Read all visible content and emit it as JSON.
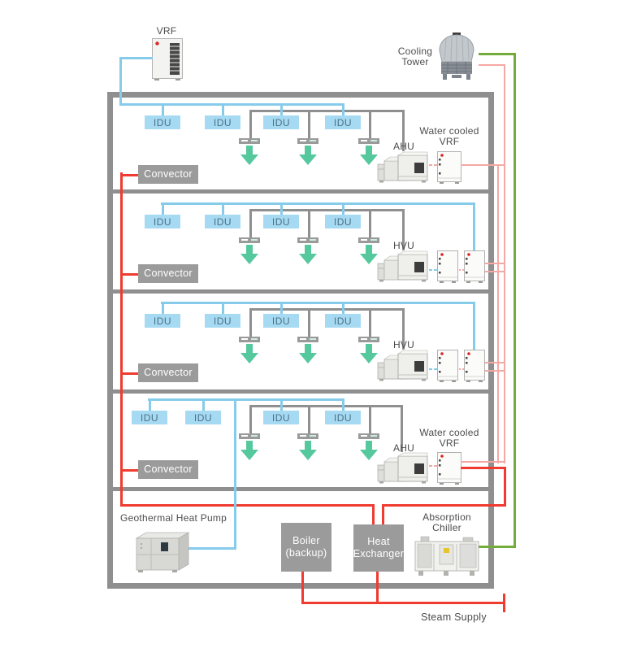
{
  "outdoor": {
    "vrf_label": "VRF",
    "cooling_tower_label_line1": "Cooling",
    "cooling_tower_label_line2": "Tower"
  },
  "floors": [
    {
      "idus": [
        "IDU",
        "IDU",
        "IDU",
        "IDU"
      ],
      "convector_label": "Convector",
      "unit_label": "AHU",
      "cabinet_label_line1": "Water cooled",
      "cabinet_label_line2": "VRF"
    },
    {
      "idus": [
        "IDU",
        "IDU",
        "IDU",
        "IDU"
      ],
      "convector_label": "Convector",
      "unit_label": "HVU",
      "cabinet_label_line1": "",
      "cabinet_label_line2": ""
    },
    {
      "idus": [
        "IDU",
        "IDU",
        "IDU",
        "IDU"
      ],
      "convector_label": "Convector",
      "unit_label": "HVU",
      "cabinet_label_line1": "",
      "cabinet_label_line2": ""
    },
    {
      "idus": [
        "IDU",
        "IDU",
        "IDU",
        "IDU"
      ],
      "convector_label": "Convector",
      "unit_label": "AHU",
      "cabinet_label_line1": "Water cooled",
      "cabinet_label_line2": "VRF"
    }
  ],
  "basement": {
    "geothermal_label": "Geothermal Heat Pump",
    "boiler_label_line1": "Boiler",
    "boiler_label_line2": "(backup)",
    "heat_exchanger_label_line1": "Heat",
    "heat_exchanger_label_line2": "Exchanger",
    "chiller_label_line1": "Absorption",
    "chiller_label_line2": "Chiller"
  },
  "steam_supply_label": "Steam Supply",
  "colors": {
    "refrigerant_blue": "#87CBEB",
    "hot_water_red": "#EF3B30",
    "condenser_pink": "#F5A8A3",
    "cooling_tower_green": "#74AC3C",
    "duct_gray": "#8F8F8F",
    "equipment_box_gray": "#9B9B9B",
    "idu_fill": "#A6DAF2",
    "diffuser_green": "#56C89E"
  }
}
